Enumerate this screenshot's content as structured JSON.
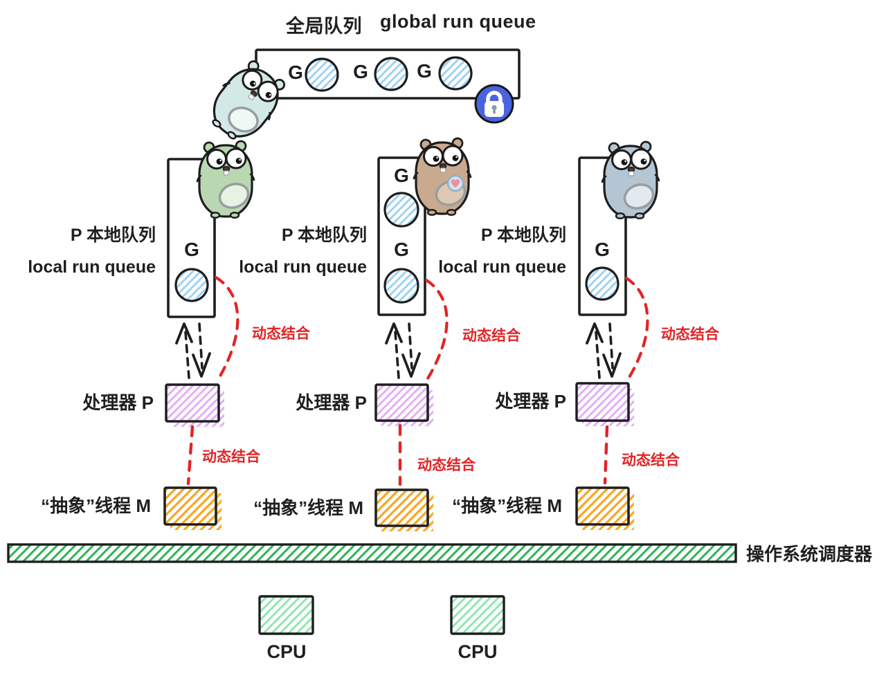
{
  "title": {
    "zh": "全局队列",
    "en": "global run queue"
  },
  "global_queue": {
    "goroutine_labels": [
      "G",
      "G",
      "G"
    ],
    "lock_icon": "lock-icon",
    "gopher": "teal-gopher"
  },
  "columns": [
    {
      "queue_title_zh": "P 本地队列",
      "queue_title_en": "local run queue",
      "goroutine_labels": [
        "G"
      ],
      "processor_label": "处理器 P",
      "thread_label": "“抽象”线程 M",
      "queue_processor_link_label": "动态结合",
      "processor_thread_link_label": "动态结合",
      "gopher": "green-gopher",
      "gopher_color": "#b9d8b2"
    },
    {
      "queue_title_zh": "P 本地队列",
      "queue_title_en": "local run queue",
      "goroutine_labels": [
        "G",
        "G"
      ],
      "processor_label": "处理器 P",
      "thread_label": "“抽象”线程 M",
      "queue_processor_link_label": "动态结合",
      "processor_thread_link_label": "动态结合",
      "gopher": "brown-gopher-with-pacifier",
      "gopher_color": "#c9aa8f"
    },
    {
      "queue_title_zh": "P 本地队列",
      "queue_title_en": "local run queue",
      "goroutine_labels": [
        "G"
      ],
      "processor_label": "处理器 P",
      "thread_label": "“抽象”线程 M",
      "queue_processor_link_label": "动态结合",
      "processor_thread_link_label": "动态结合",
      "gopher": "blue-gopher",
      "gopher_color": "#b4c5d4"
    }
  ],
  "os_scheduler": {
    "label": "操作系统调度器"
  },
  "cpus": [
    {
      "label": "CPU"
    },
    {
      "label": "CPU"
    }
  ],
  "colors": {
    "outline": "#1e1e1e",
    "goroutine_hatch": "#9fd2f2",
    "processor_hatch": "#e2aef7",
    "thread_hatch": "#f7a92a",
    "os_bar_hatch": "#2fb457",
    "cpu_hatch": "#8fe7b0",
    "link_red": "#e12426",
    "lock_blue": "#4a63e0",
    "teal_gopher": "#d3e9e6"
  }
}
